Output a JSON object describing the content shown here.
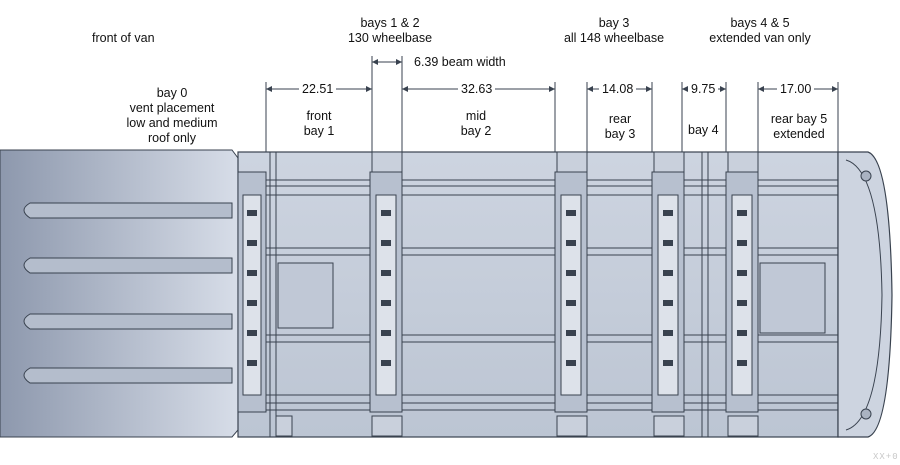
{
  "labels": {
    "front_of_van": "front of van",
    "bays12_line1": "bays 1 & 2",
    "bays12_line2": "130 wheelbase",
    "bay3_line1": "bay 3",
    "bay3_line2": "all 148 wheelbase",
    "bays45_line1": "bays 4 & 5",
    "bays45_line2": "extended van only",
    "bay0_line1": "bay 0",
    "bay0_line2": "vent placement",
    "bay0_line3": "low and medium",
    "bay0_line4": "roof only",
    "front_bay1_line1": "front",
    "front_bay1_line2": "bay 1",
    "mid_bay2_line1": "mid",
    "mid_bay2_line2": "bay 2",
    "rear_bay3_line1": "rear",
    "rear_bay3_line2": "bay 3",
    "bay4": "bay 4",
    "rear_bay5_line1": "rear bay 5",
    "rear_bay5_line2": "extended"
  },
  "dimensions": {
    "beam_width": "6.39 beam width",
    "bay1": "22.51",
    "bay2": "32.63",
    "bay3": "14.08",
    "bay4": "9.75",
    "bay5": "17.00"
  },
  "watermark": "XX+0",
  "colors": {
    "roof_dark": "#8f9aae",
    "roof_light": "#d5dbe6",
    "panel": "#c6cedb",
    "line": "#39424f"
  }
}
